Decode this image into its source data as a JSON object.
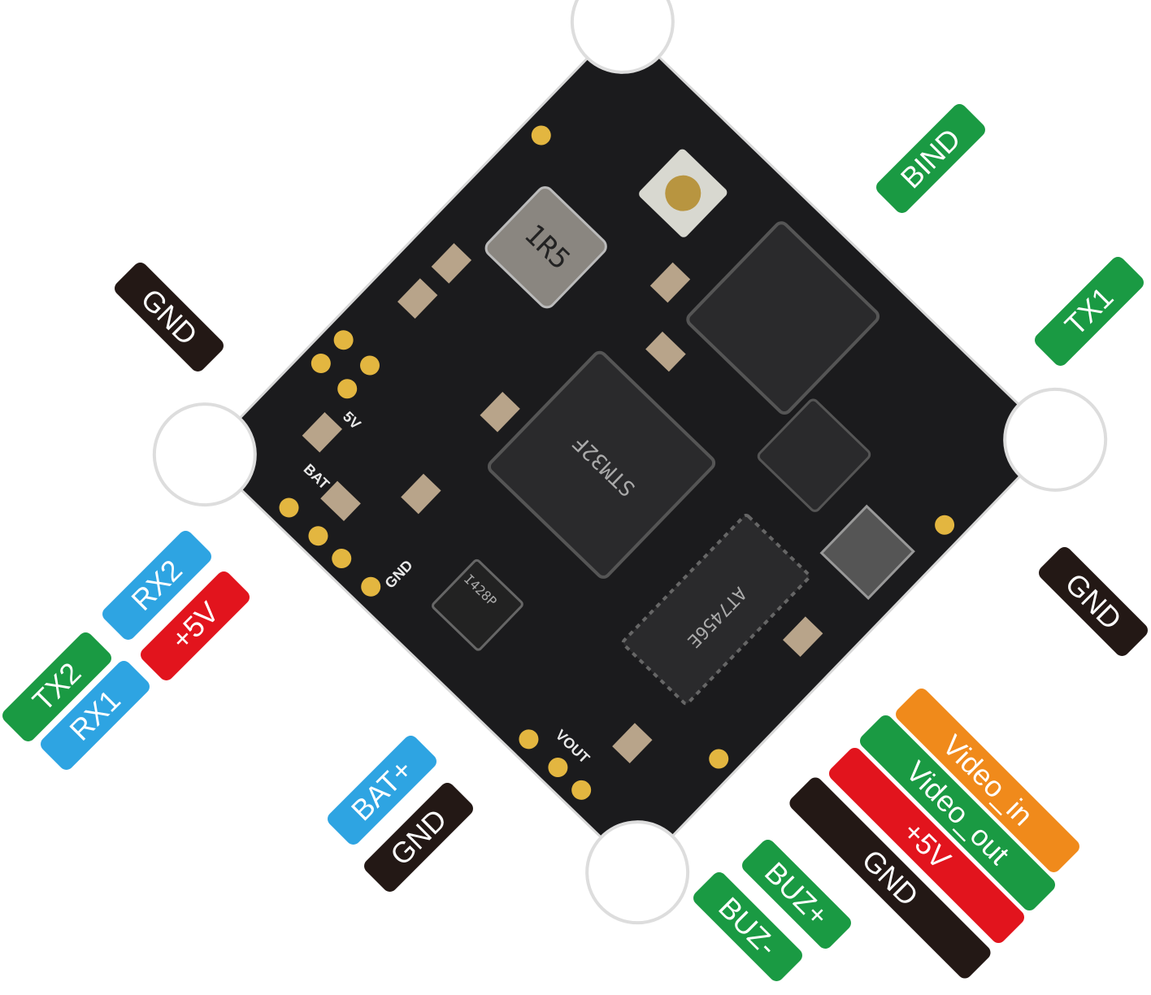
{
  "labels": {
    "bind": "BIND",
    "tx1": "TX1",
    "gnd_top_left": "GND",
    "gnd_right": "GND",
    "rx2": "RX2",
    "plus5v_left": "+5V",
    "tx2": "TX2",
    "rx1": "RX1",
    "bat_plus": "BAT+",
    "gnd_bottom_left": "GND",
    "video_in": "Video_in",
    "video_out": "Video_out",
    "plus5v_right": "+5V",
    "gnd_bottom_right": "GND",
    "buz_plus": "BUZ+",
    "buz_minus": "BUZ-"
  },
  "board": {
    "inductor": "1R5",
    "mcu": "STM32F",
    "osd": "AT7456E",
    "baro": "I428P",
    "silk_gnd": "GND",
    "silk_bat": "BAT",
    "silk_5v": "5V",
    "silk_vout": "VOUT"
  },
  "colors": {
    "green": "#1a9a43",
    "blue": "#2ea4e2",
    "red": "#e2141d",
    "black": "#231815",
    "orange": "#f08a1b",
    "board": "#1b1b1d"
  }
}
